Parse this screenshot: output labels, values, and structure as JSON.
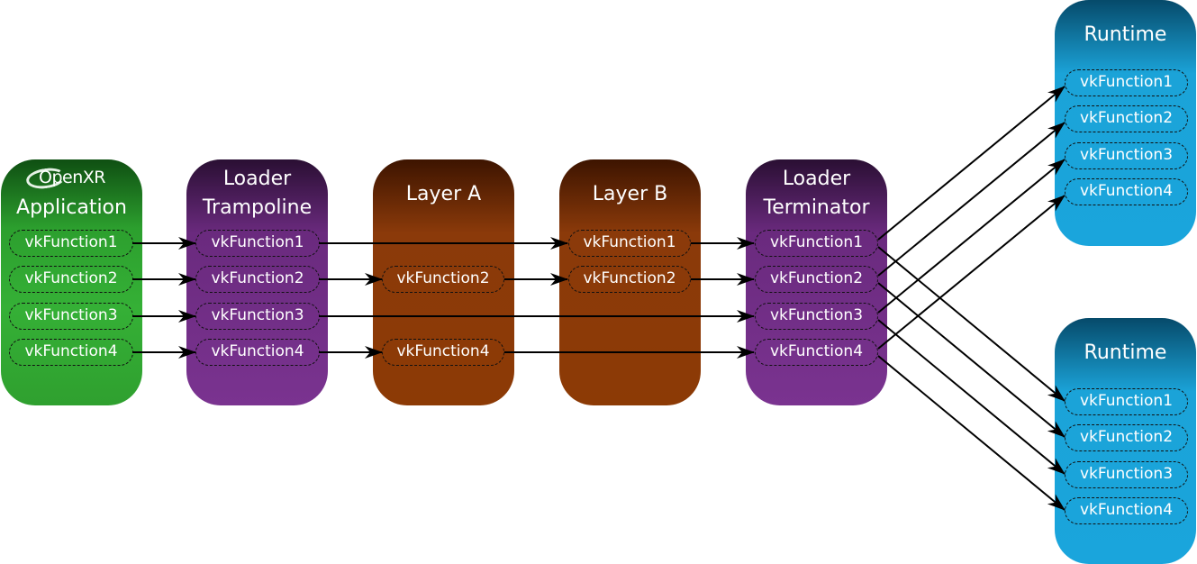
{
  "application": {
    "logo_text": "OpenXR",
    "title": "Application",
    "functions": [
      "vkFunction1",
      "vkFunction2",
      "vkFunction3",
      "vkFunction4"
    ]
  },
  "trampoline": {
    "title_line1": "Loader",
    "title_line2": "Trampoline",
    "functions": [
      "vkFunction1",
      "vkFunction2",
      "vkFunction3",
      "vkFunction4"
    ]
  },
  "layer_a": {
    "title": "Layer A",
    "functions": [
      "vkFunction2",
      "vkFunction4"
    ]
  },
  "layer_b": {
    "title": "Layer B",
    "functions": [
      "vkFunction1",
      "vkFunction2"
    ]
  },
  "terminator": {
    "title_line1": "Loader",
    "title_line2": "Terminator",
    "functions": [
      "vkFunction1",
      "vkFunction2",
      "vkFunction3",
      "vkFunction4"
    ]
  },
  "runtime_top": {
    "title": "Runtime",
    "functions": [
      "vkFunction1",
      "vkFunction2",
      "vkFunction3",
      "vkFunction4"
    ]
  },
  "runtime_bottom": {
    "title": "Runtime",
    "functions": [
      "vkFunction1",
      "vkFunction2",
      "vkFunction3",
      "vkFunction4"
    ]
  },
  "colors": {
    "application": "#2fa02f",
    "loader": "#7a3390",
    "layer": "#8c3a05",
    "runtime": "#1aa5dc",
    "arrow": "#000000"
  }
}
